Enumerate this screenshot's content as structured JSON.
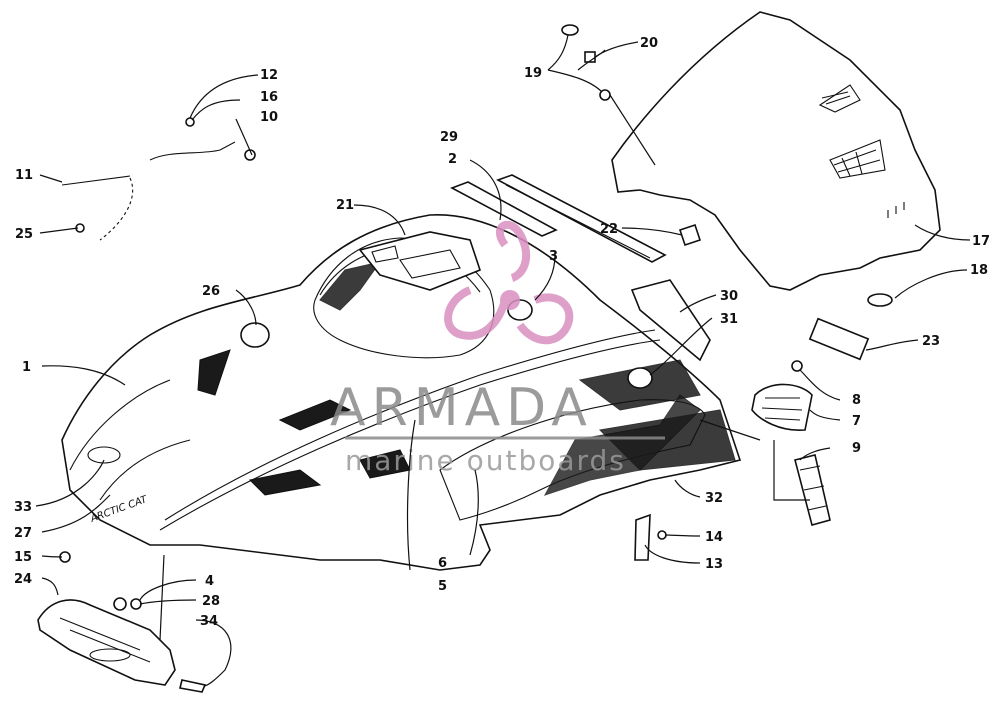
{
  "watermark": {
    "brand": "ARMADA",
    "tagline": "marine outboards",
    "logo_color": "#d98fc0",
    "text_color": "#8a8a8a"
  },
  "callouts": {
    "c1": "1",
    "c2": "2",
    "c3": "3",
    "c4": "4",
    "c5": "5",
    "c6": "6",
    "c7": "7",
    "c8": "8",
    "c9": "9",
    "c10": "10",
    "c11": "11",
    "c12": "12",
    "c13": "13",
    "c14": "14",
    "c15": "15",
    "c16": "16",
    "c17": "17",
    "c18": "18",
    "c19": "19",
    "c20": "20",
    "c21": "21",
    "c22": "22",
    "c23": "23",
    "c24": "24",
    "c25": "25",
    "c26": "26",
    "c27": "27",
    "c28": "28",
    "c29": "29",
    "c30": "30",
    "c31": "31",
    "c32": "32",
    "c33": "33",
    "c34": "34"
  },
  "decals": {
    "hood_logo": "ARCTIC CAT"
  }
}
